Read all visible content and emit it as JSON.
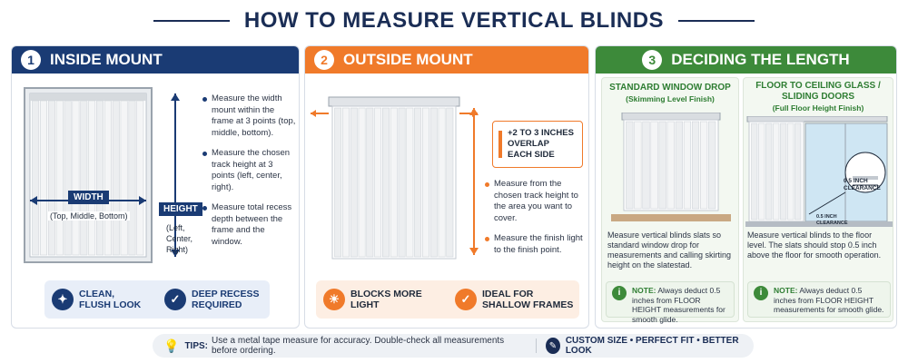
{
  "title": "HOW TO MEASURE VERTICAL BLINDS",
  "panels": {
    "inside": {
      "number": "1",
      "heading": "INSIDE MOUNT",
      "width_label": "WIDTH",
      "width_sub": "(Top, Middle, Bottom)",
      "height_label": "HEIGHT",
      "height_sub_1": "(Left,",
      "height_sub_2": "Center,",
      "height_sub_3": "Right)",
      "bullets": [
        "Measure the width mount within the frame at 3 points (top, middle, bottom).",
        "Measure the chosen track height at 3 points (left, center, right).",
        "Measure total recess depth between the frame and the window."
      ],
      "features": [
        {
          "label_1": "CLEAN,",
          "label_2": "FLUSH LOOK",
          "icon": "sparkle-icon"
        },
        {
          "label_1": "DEEP RECESS",
          "label_2": "REQUIRED",
          "icon": "check-icon"
        }
      ]
    },
    "outside": {
      "number": "2",
      "heading": "OUTSIDE MOUNT",
      "callout_1": "+2 TO 3 INCHES",
      "callout_2": "OVERLAP",
      "callout_3": "EACH SIDE",
      "bullets": [
        "Measure from the chosen track height to the area you want to cover.",
        "Measure the finish light to the finish point."
      ],
      "features": [
        {
          "label_1": "BLOCKS MORE LIGHT",
          "label_2": "",
          "icon": "sun-icon"
        },
        {
          "label_1": "IDEAL FOR",
          "label_2": "SHALLOW FRAMES",
          "icon": "shield-check-icon"
        }
      ]
    },
    "length": {
      "number": "3",
      "heading": "DECIDING THE LENGTH",
      "standard": {
        "title": "STANDARD WINDOW DROP",
        "subtitle": "(Skimming Level Finish)",
        "description": "Measure vertical blinds slats so standard window drop for measurements and calling skirting height on the slatestad.",
        "note_label": "NOTE:",
        "note_text": "Always deduct 0.5 inches from FLOOR HEIGHT measurements for smooth glide."
      },
      "floor": {
        "title_1": "FLOOR TO CEILING GLASS /",
        "title_2": "SLIDING DOORS",
        "subtitle": "(Full Floor Height Finish)",
        "clearance_1": "0.5 INCH",
        "clearance_2": "CLEARANCE",
        "clearance_small": "0.5 INCH CLEARANCE",
        "description": "Measure vertical blinds to the floor level. The slats should stop 0.5 inch above the floor for smooth operation.",
        "note_label": "NOTE:",
        "note_text": "Always deduct 0.5 inches from FLOOR HEIGHT measurements for smooth glide."
      }
    }
  },
  "footer": {
    "tips_label": "TIPS:",
    "tips_text": "Use a metal tape measure for accuracy. Double-check all measurements before ordering.",
    "tagline": "CUSTOM SIZE • PERFECT FIT • BETTER LOOK"
  },
  "colors": {
    "navy": "#1a3b74",
    "orange": "#f07a2a",
    "green": "#3d8a3a"
  }
}
